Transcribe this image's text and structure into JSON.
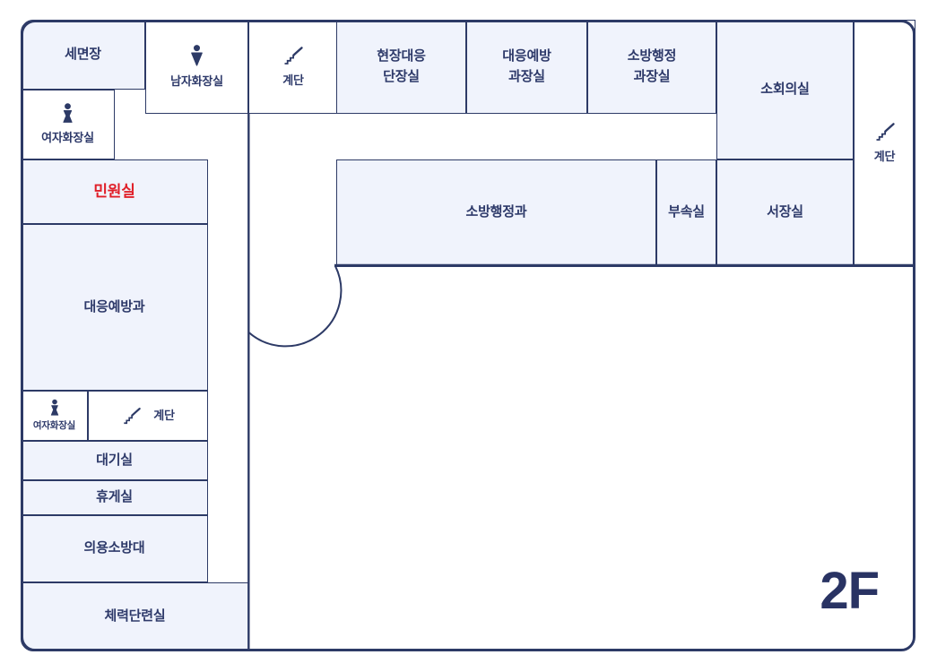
{
  "floor": {
    "label": "2F"
  },
  "colors": {
    "wall": "#2d3a66",
    "room_fill": "#f0f3fc",
    "text": "#2e3a6a",
    "accent_red": "#e01f29",
    "title": "#293363",
    "bg": "#ffffff"
  },
  "rooms": {
    "semyeonjang": {
      "label": "세면장"
    },
    "women_top": {
      "label": "여자화장실",
      "icon": "female-icon"
    },
    "men_top": {
      "label": "남자화장실",
      "icon": "male-icon"
    },
    "stairs_top": {
      "label": "계단",
      "icon": "stairs-icon"
    },
    "field_chief": {
      "line1": "현장대응",
      "line2": "단장실"
    },
    "prevention_chief": {
      "line1": "대응예방",
      "line2": "과장실"
    },
    "admin_chief": {
      "line1": "소방행정",
      "line2": "과장실"
    },
    "small_meeting": {
      "label": "소회의실"
    },
    "stairs_right": {
      "label": "계단",
      "icon": "stairs-icon"
    },
    "minwon": {
      "label": "민원실"
    },
    "prevention": {
      "label": "대응예방과"
    },
    "fire_admin": {
      "label": "소방행정과"
    },
    "busok": {
      "label": "부속실"
    },
    "seojang": {
      "label": "서장실"
    },
    "women_lower": {
      "label": "여자화장실",
      "icon": "female-icon"
    },
    "stairs_lower": {
      "label": "계단",
      "icon": "stairs-icon"
    },
    "daegi": {
      "label": "대기실"
    },
    "hyuge": {
      "label": "휴게실"
    },
    "uiyong": {
      "label": "의용소방대"
    },
    "cheryeok": {
      "label": "체력단련실"
    }
  }
}
